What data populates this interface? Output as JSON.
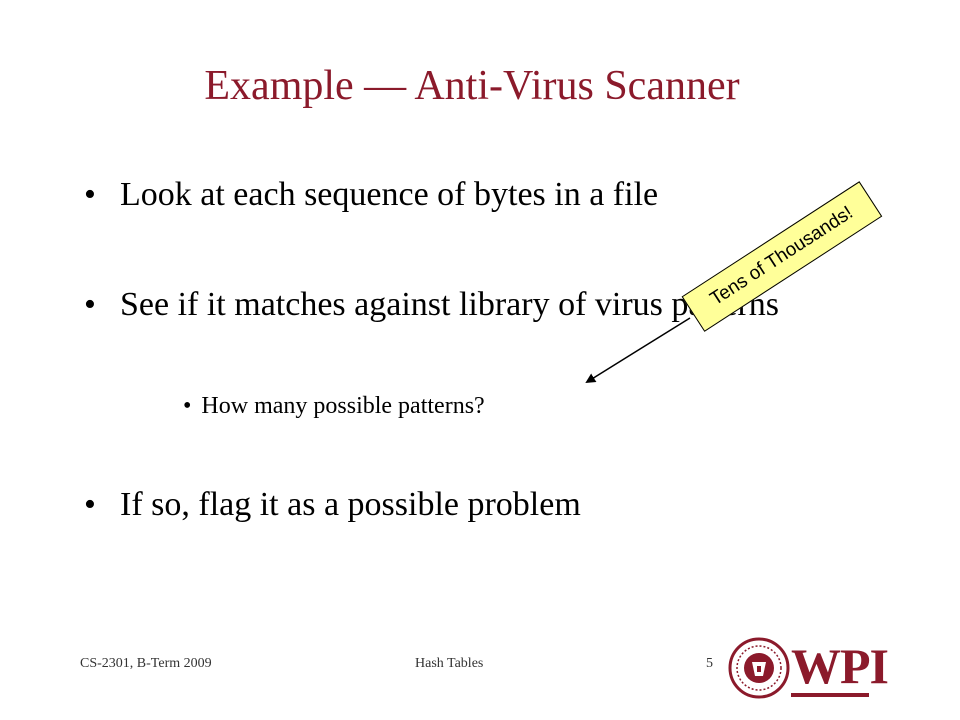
{
  "slide": {
    "title": "Example — Anti-Virus Scanner",
    "bullets": [
      {
        "marker": "•",
        "text": "Look at each sequence of bytes in a file"
      },
      {
        "marker": "•",
        "text": "See if it matches against library of virus patterns"
      },
      {
        "marker": "•",
        "text": "If so, flag it as a possible problem"
      }
    ],
    "sub_bullet": {
      "marker": "•",
      "text": "How many possible patterns?"
    }
  },
  "callout": {
    "text": "Tens of Thousands!",
    "fill_color": "#ffff99"
  },
  "footer": {
    "left": "CS-2301, B-Term 2009",
    "center": "Hash Tables",
    "page_number": "5"
  },
  "logo": {
    "text": "WPI",
    "color": "#8b1a2b"
  }
}
